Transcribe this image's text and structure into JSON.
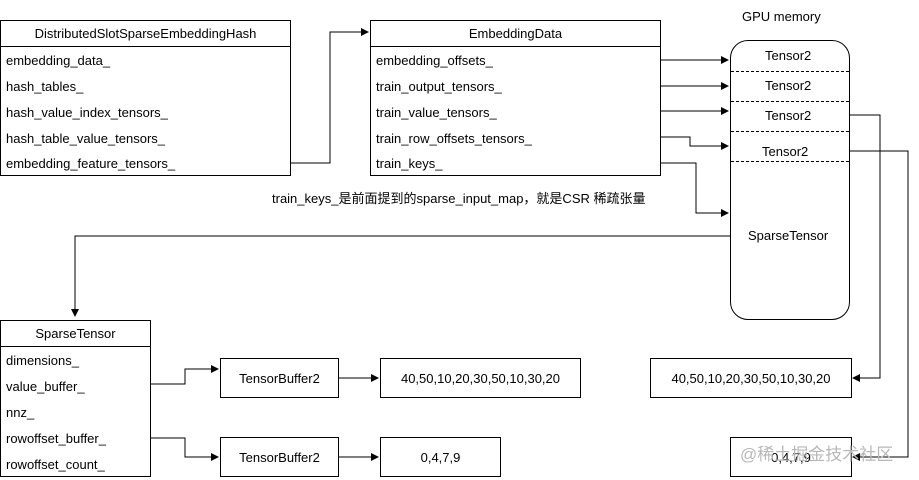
{
  "hash_class": {
    "title": "DistributedSlotSparseEmbeddingHash",
    "fields": [
      "embedding_data_",
      "hash_tables_",
      "hash_value_index_tensors_",
      "hash_table_value_tensors_",
      "embedding_feature_tensors_"
    ]
  },
  "embedding_data": {
    "title": "EmbeddingData",
    "fields": [
      "embedding_offsets_",
      "train_output_tensors_",
      "train_value_tensors_",
      "train_row_offsets_tensors_",
      "train_keys_"
    ]
  },
  "gpu_memory": {
    "title": "GPU memory",
    "tensors": [
      "Tensor2",
      "Tensor2",
      "Tensor2",
      "Tensor2"
    ],
    "sparse_tensor_label": "SparseTensor"
  },
  "note": "train_keys_是前面提到的sparse_input_map，就是CSR 稀疏张量",
  "sparse_tensor": {
    "title": "SparseTensor",
    "fields": [
      "dimensions_",
      "value_buffer_",
      "nnz_",
      "rowoffset_buffer_",
      "rowoffset_count_"
    ]
  },
  "buffers": {
    "value_buffer_label": "TensorBuffer2",
    "rowoffset_buffer_label": "TensorBuffer2",
    "value_data": "40,50,10,20,30,50,10,30,20",
    "rowoffset_data": "0,4,7,9"
  },
  "gpu_data": {
    "values": "40,50,10,20,30,50,10,30,20",
    "rowoffsets": "0,4,7,9"
  },
  "watermark": "@稀土掘金技术社区"
}
